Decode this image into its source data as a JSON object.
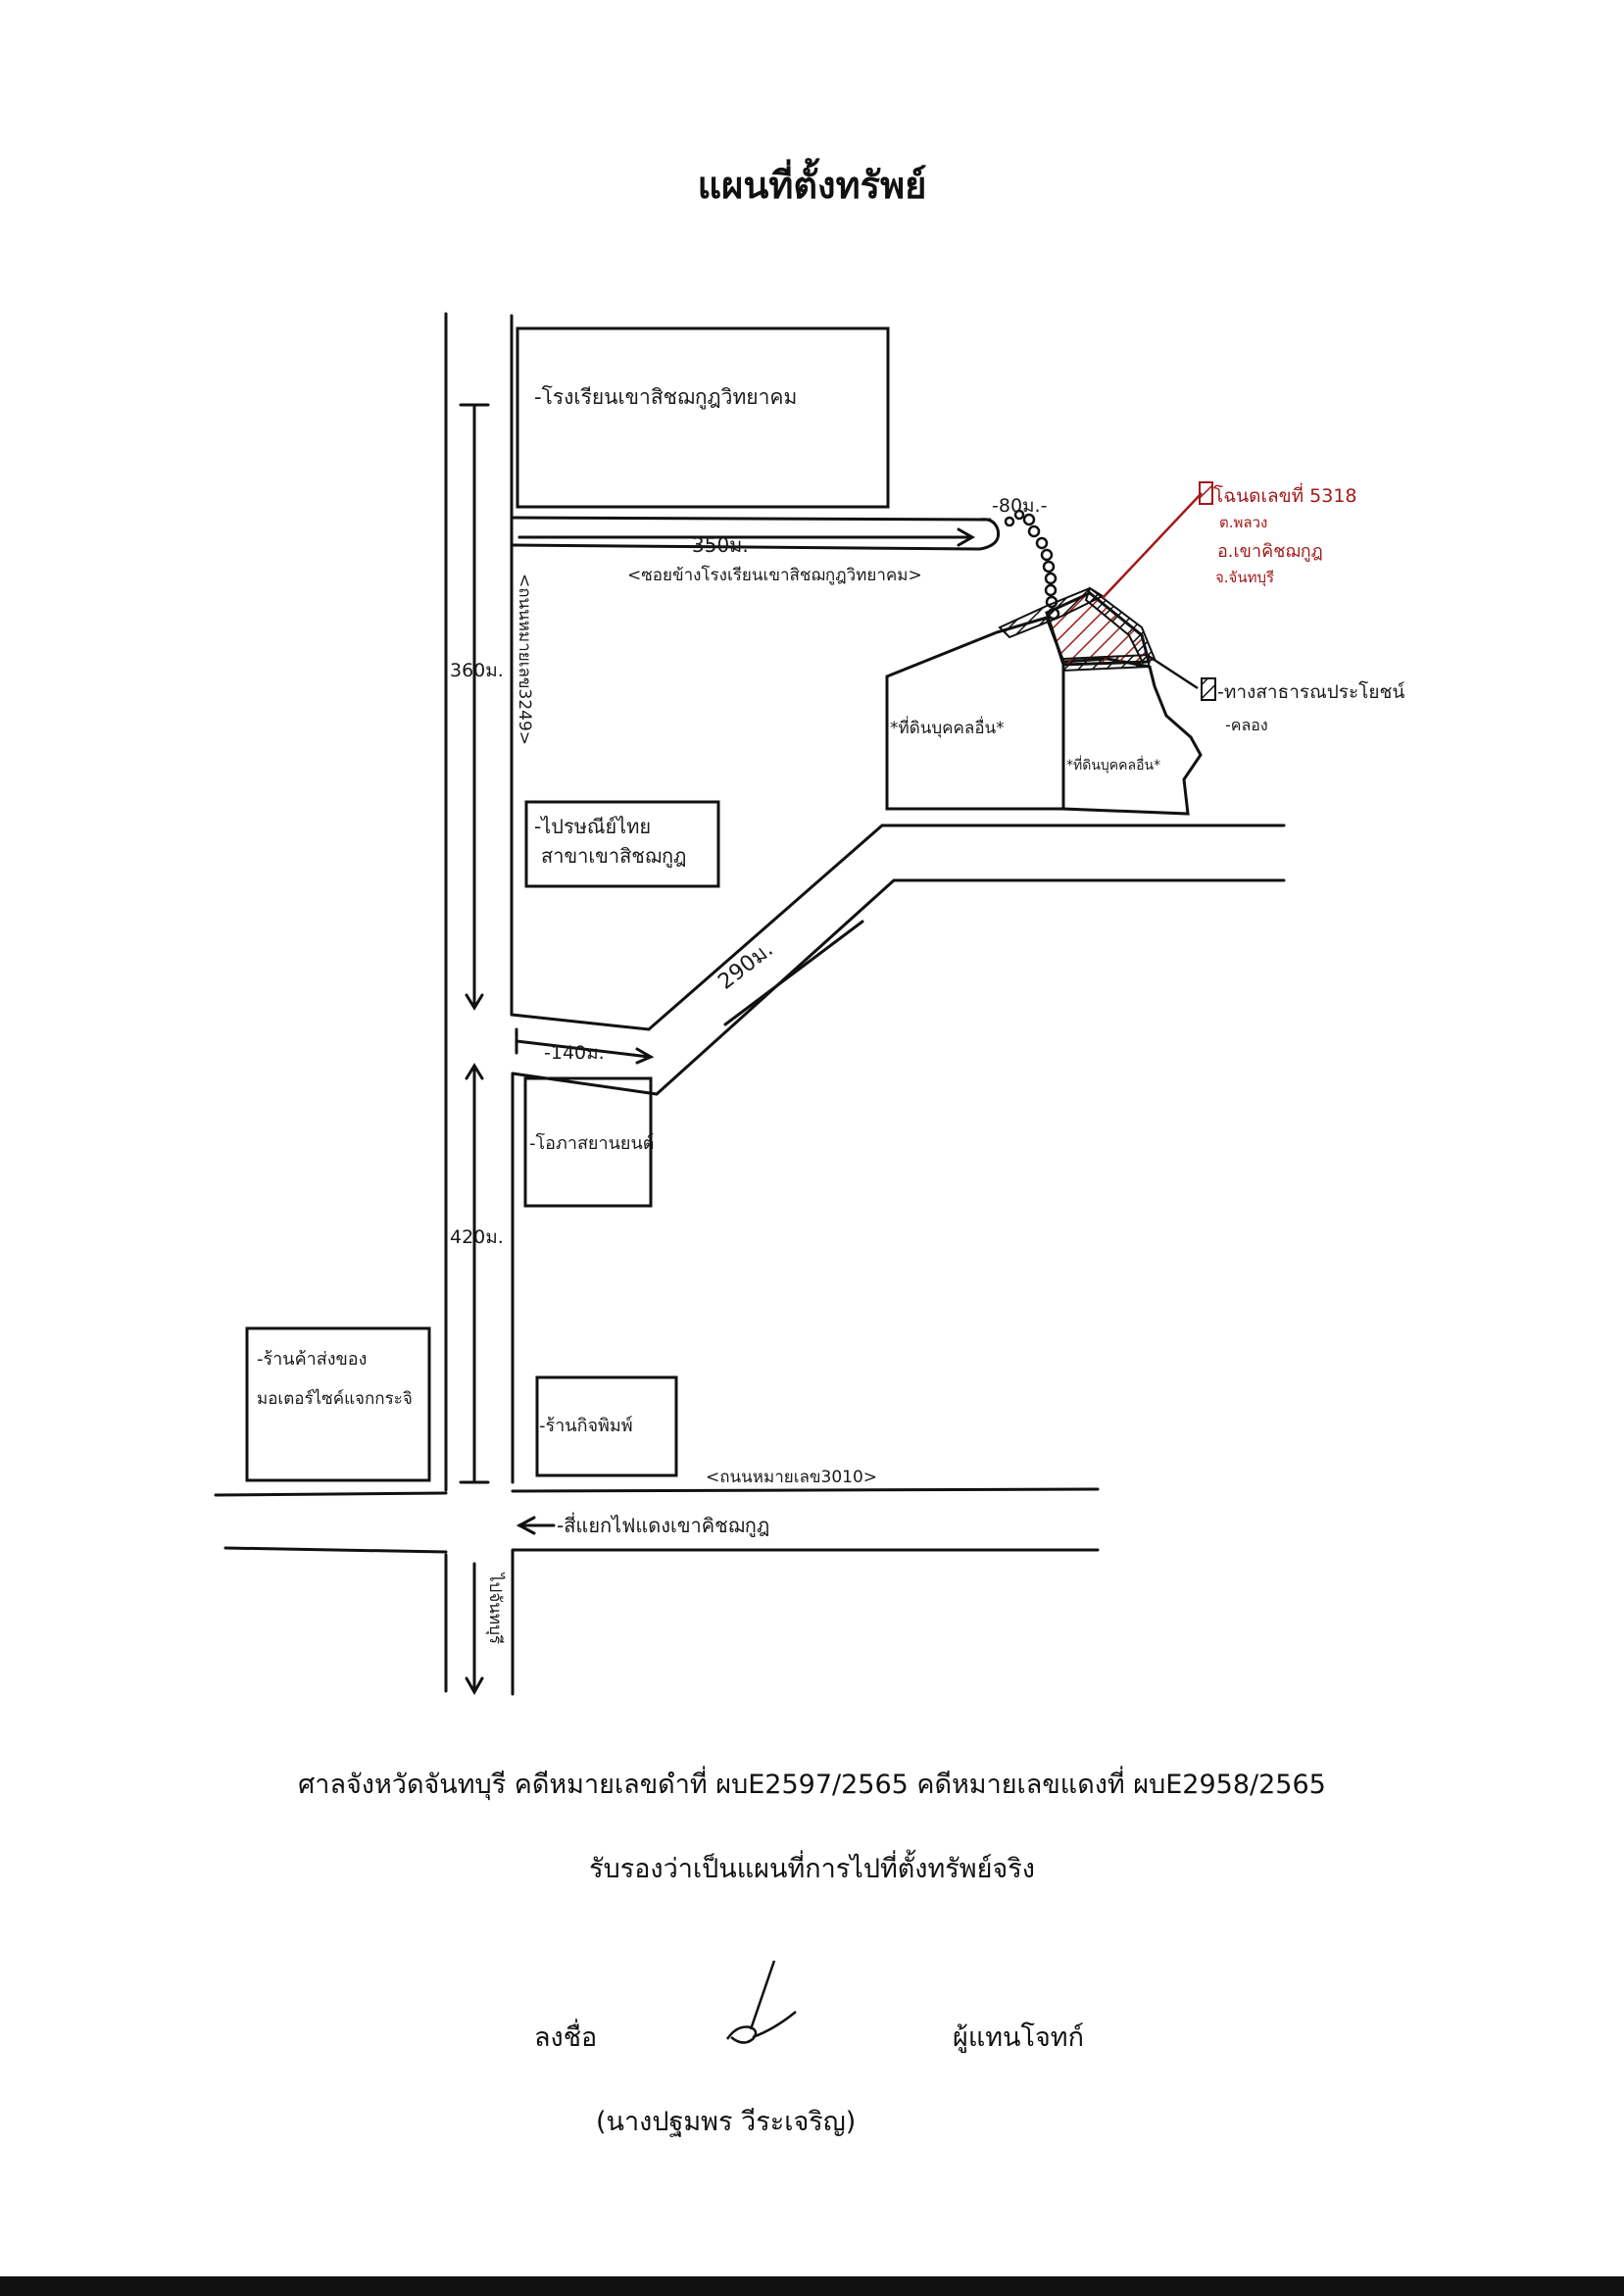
{
  "title": "แผนที่ตั้งทรัพย์",
  "map": {
    "school": "-โรงเรียนเขาสิชฌกูฎวิทยาคม",
    "school_lane": "<ซอยข้างโรงเรียนเขาสิชฌกูฎวิทยาคม>",
    "road_3249": "<ถนนหมายเลข3249>",
    "post_office_line1": "-ไปรษณีย์ไทย",
    "post_office_line2": "สาขาเขาสิชฌกูฎ",
    "garage": "-โอภาสยานยนต์",
    "motorcycle_shop_line1": "-ร้านค้าส่งของ",
    "motorcycle_shop_line2": "มอเตอร์ไซค์แจกกระจิ",
    "shop_near_road": "-ร้านกิจพิมพ์",
    "road_3010": "<ถนนหมายเลข3010>",
    "intersection": "-สี่แยกไฟแดงเขาคิชฌกูฎ",
    "to_chanthaburi": "ไปจันทบุรี",
    "other_land_1": "*ที่ดินบุคคลอื่น*",
    "other_land_2": "*ที่ดินบุคคลอื่น*",
    "dist_350": "350ม.",
    "dist_80": "-80ม.-",
    "dist_360": "360ม.",
    "dist_140": "-140ม.",
    "dist_290": "290ม.",
    "dist_420": "420ม.",
    "deed_line1": "โฉนดเลขที่ 5318",
    "deed_line2": "ต.พลวง",
    "deed_line3": "อ.เขาคิชฌกูฎ",
    "deed_line4": "จ.จันทบุรี",
    "public_way": "-ทางสาธารณประโยชน์",
    "canal": "-คลอง",
    "colors": {
      "ink": "#1a1a1a",
      "deed_red": "#a11a1a"
    }
  },
  "footer": {
    "case_line": "ศาลจังหวัดจันทบุรี  คดีหมายเลขดำที่ ผบE2597/2565  คดีหมายเลขแดงที่ ผบE2958/2565",
    "certify_line": "รับรองว่าเป็นแผนที่การไปที่ตั้งทรัพย์จริง",
    "sign_label": "ลงชื่อ",
    "role": "ผู้แทนโจทก์",
    "name": "(นางปฐมพร  วีระเจริญ)"
  }
}
